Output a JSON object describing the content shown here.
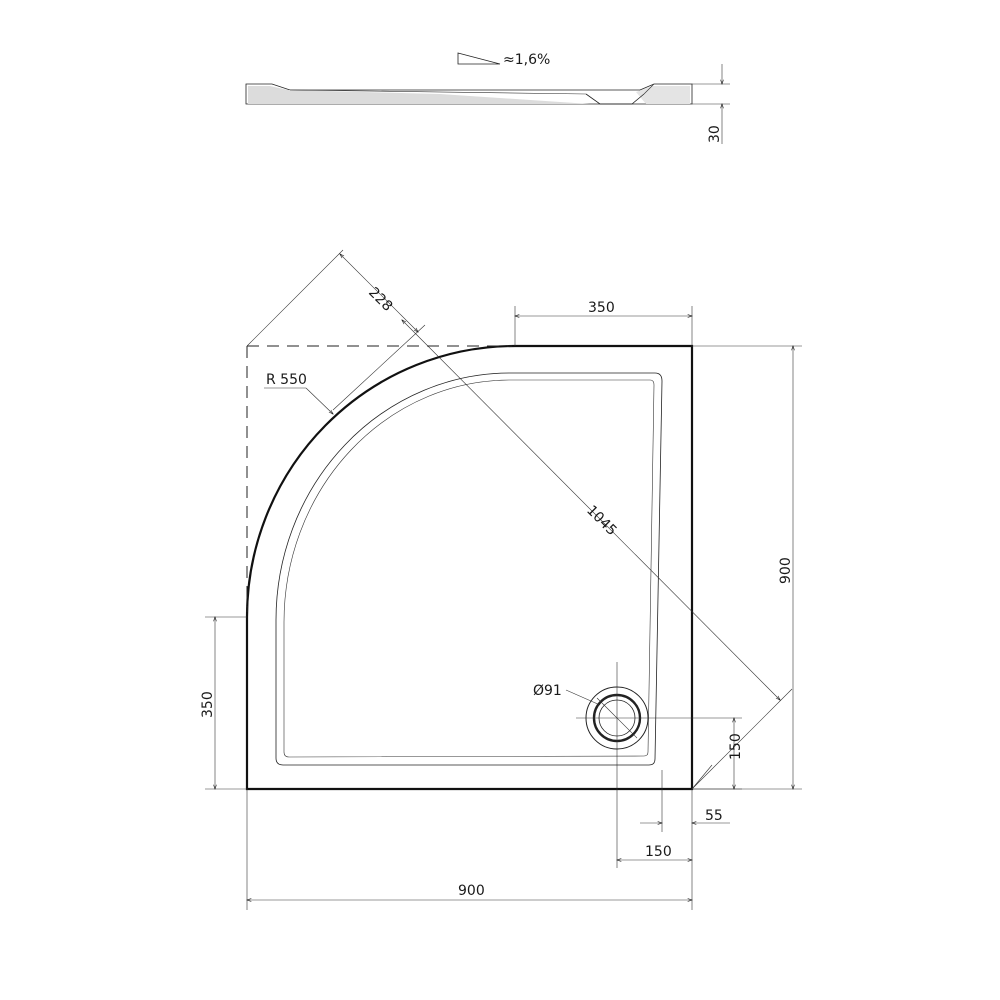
{
  "slope": {
    "label": "≈1,6%"
  },
  "dimensions": {
    "height": "30",
    "diagonal_offset": "228",
    "top_straight": "350",
    "radius": "R 550",
    "diagonal": "1045",
    "right_height": "900",
    "left_straight": "350",
    "drain_diameter": "Ø91",
    "drain_from_bottom": "150",
    "rim_width": "55",
    "drain_from_right": "150",
    "bottom_width": "900"
  }
}
